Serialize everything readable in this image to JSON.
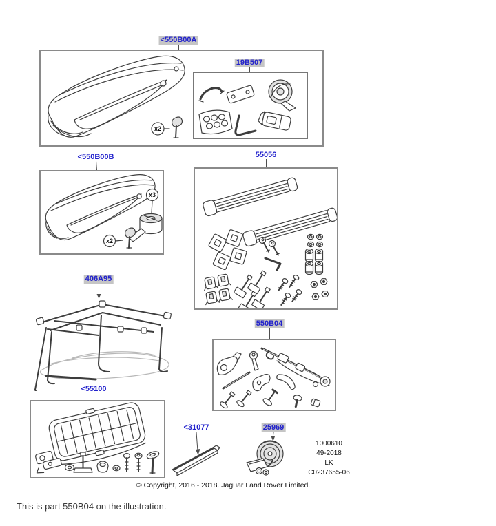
{
  "labels": [
    {
      "id": "550B00A",
      "text": "<550B00A",
      "highlighted": true
    },
    {
      "id": "19B507",
      "text": "19B507",
      "highlighted": true
    },
    {
      "id": "550B00B",
      "text": "<550B00B",
      "highlighted": false
    },
    {
      "id": "55056",
      "text": "55056",
      "highlighted": false
    },
    {
      "id": "406A95",
      "text": "406A95",
      "highlighted": true
    },
    {
      "id": "550B04",
      "text": "550B04",
      "highlighted": true
    },
    {
      "id": "55100",
      "text": "<55100",
      "highlighted": false
    },
    {
      "id": "31077",
      "text": "<31077",
      "highlighted": false
    },
    {
      "id": "25969",
      "text": "25969",
      "highlighted": true
    }
  ],
  "badges": {
    "qty2a": "x2",
    "qty3": "x3",
    "qty2b": "x2"
  },
  "stamp": [
    "1000610",
    "49-2018",
    "LK",
    "C0237655-06"
  ],
  "copyright": "© Copyright, 2016 - 2018. Jaguar Land Rover Limited.",
  "caption": "This is part 550B04 on the illustration.",
  "colors": {
    "label_blue": "#2222cc",
    "label_highlight": "#c5c5c5",
    "box_border": "#8a8a8a",
    "line_art": "#3d3d3d"
  }
}
